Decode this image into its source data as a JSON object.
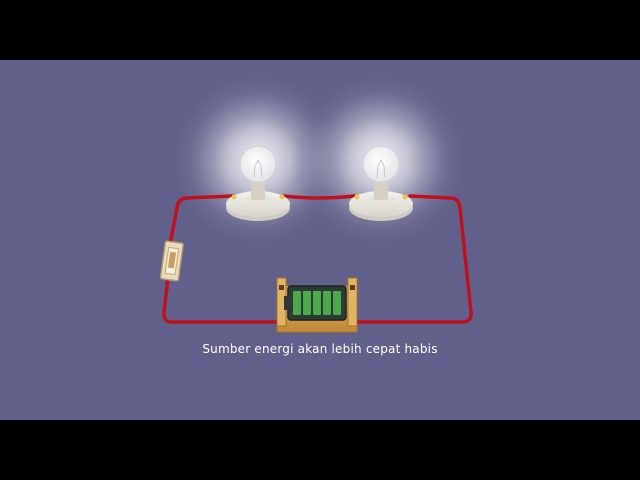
{
  "video": {
    "caption": "Sumber energi akan lebih cepat habis"
  },
  "scene": {
    "background_color": "#60608a",
    "wire_color": "#c0101e",
    "bulbs": [
      {
        "name": "bulb-left",
        "state": "on"
      },
      {
        "name": "bulb-right",
        "state": "on"
      }
    ],
    "switch": {
      "state": "closed"
    },
    "battery": {
      "charge_bars_total": 5,
      "charge_bars_filled": 5,
      "charge_color": "#4caa4a"
    }
  }
}
